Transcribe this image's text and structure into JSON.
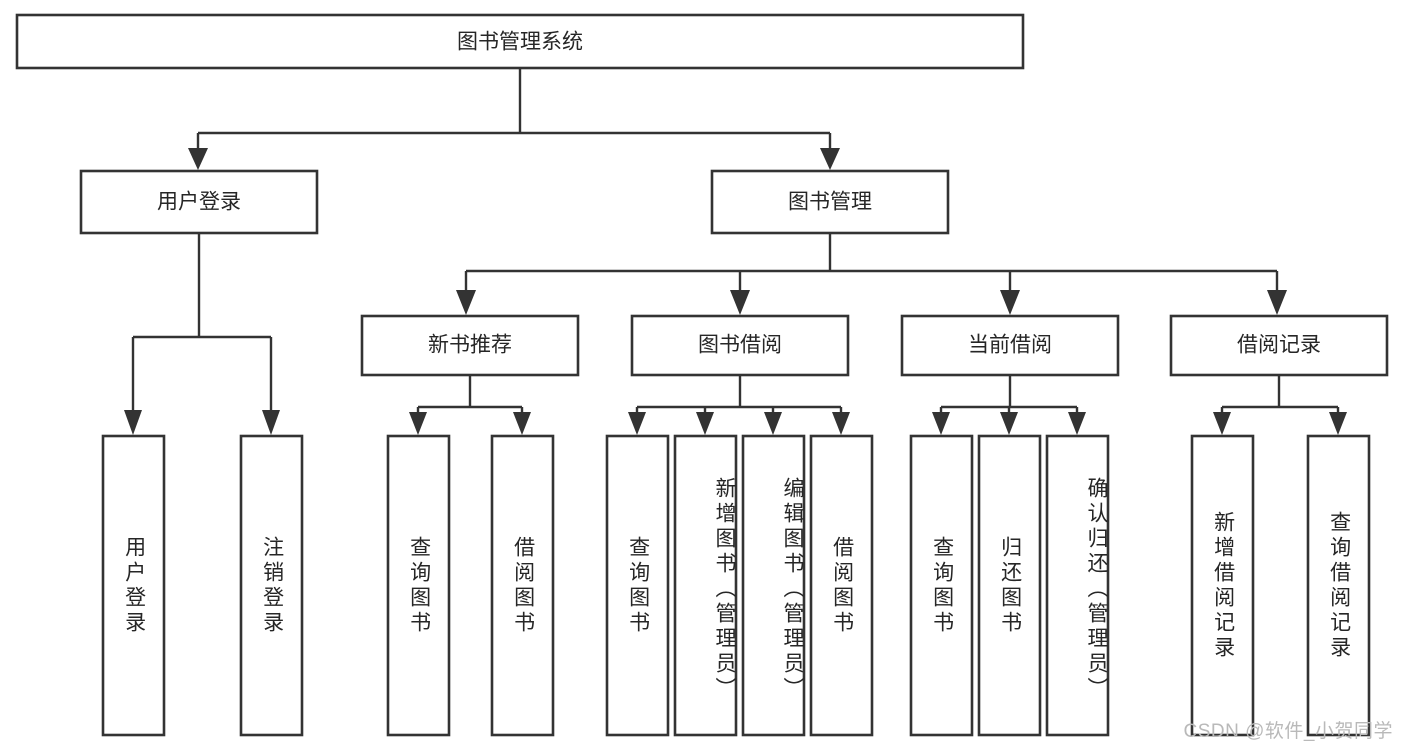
{
  "diagram": {
    "title": "图书管理系统",
    "type": "tree-hierarchy-diagram",
    "colors": {
      "box_stroke": "#333333",
      "box_fill": "#ffffff",
      "text": "#262626",
      "connector": "#333333",
      "background": "#ffffff",
      "watermark": "#b9b9b9"
    },
    "root": {
      "label": "图书管理系统"
    },
    "level2": [
      {
        "label": "用户登录"
      },
      {
        "label": "图书管理"
      }
    ],
    "level3": [
      {
        "label": "新书推荐"
      },
      {
        "label": "图书借阅"
      },
      {
        "label": "当前借阅"
      },
      {
        "label": "借阅记录"
      }
    ],
    "leaves_user_login": [
      {
        "label": "用户登录"
      },
      {
        "label": "注销登录"
      }
    ],
    "leaves_new_book": [
      {
        "label": "查询图书"
      },
      {
        "label": "借阅图书"
      }
    ],
    "leaves_borrow": [
      {
        "label": "查询图书"
      },
      {
        "label": "新增图书（管理员）"
      },
      {
        "label": "编辑图书（管理员）"
      },
      {
        "label": "借阅图书"
      }
    ],
    "leaves_current": [
      {
        "label": "查询图书"
      },
      {
        "label": "归还图书"
      },
      {
        "label": "确认归还（管理员）"
      }
    ],
    "leaves_records": [
      {
        "label": "新增借阅记录"
      },
      {
        "label": "查询借阅记录"
      }
    ],
    "watermark": "CSDN @软件_小贺同学"
  }
}
